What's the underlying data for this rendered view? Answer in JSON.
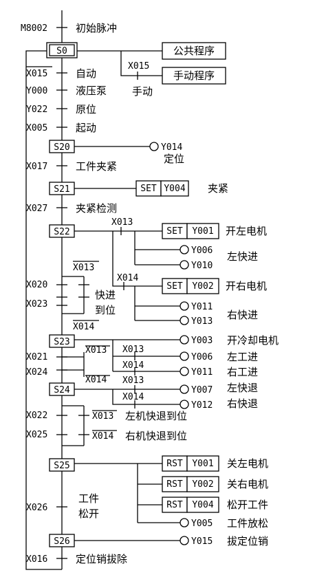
{
  "steps": [
    "S0",
    "S20",
    "S21",
    "S22",
    "S23",
    "S24",
    "S25",
    "S26"
  ],
  "transitions": {
    "m8002": {
      "code": "M8002",
      "label": "初始脉冲"
    },
    "x015bar": {
      "code": "X015",
      "label": "自动"
    },
    "y000": {
      "code": "Y000",
      "label": "液压泵"
    },
    "y022": {
      "code": "Y022",
      "label": "原位"
    },
    "x005": {
      "code": "X005",
      "label": "起动"
    },
    "x017": {
      "code": "X017",
      "label": "工件夹紧"
    },
    "x027": {
      "code": "X027",
      "label": "夹紧检测"
    },
    "x016": {
      "code": "X016",
      "label": "定位销拔除"
    }
  },
  "s0_branch": {
    "public": "公共程序",
    "x015": "X015",
    "manual_prog": "手动程序",
    "manual": "手动"
  },
  "s20": {
    "output": "Y014",
    "label": "定位"
  },
  "s21": {
    "instr": "SET",
    "operand": "Y004",
    "label": "夹紧"
  },
  "s22": {
    "x013": "X013",
    "set1": "SET",
    "y001": "Y001",
    "l1": "开左电机",
    "y006": "Y006",
    "l2": "左快进",
    "y010": "Y010",
    "x014": "X014",
    "set2": "SET",
    "y002": "Y002",
    "l3": "开右电机",
    "y011": "Y011",
    "l4": "右快进",
    "y013": "Y013"
  },
  "t22": {
    "x020": "X020",
    "x023": "X023",
    "x013bar": "X013",
    "x014bar": "X014",
    "label1": "快进",
    "label2": "到位"
  },
  "s23": {
    "y003": "Y003",
    "l1": "开冷却电机",
    "x013a": "X013",
    "x013b": "X013",
    "y006": "Y006",
    "l2": "左工进",
    "x014": "X014",
    "y011": "Y011",
    "l3": "右工进",
    "x021": "X021",
    "x024": "X024"
  },
  "s24": {
    "x014bar": "X014",
    "x013": "X013",
    "y007": "Y007",
    "l1": "左快退",
    "x014": "X014",
    "y012": "Y012",
    "l2": "右快退"
  },
  "t24": {
    "x022": "X022",
    "x025": "X025",
    "x013bar": "X013",
    "x014bar": "X014",
    "l1": "左机快退到位",
    "l2": "右机快退到位"
  },
  "s25": {
    "rst1": "RST",
    "y001": "Y001",
    "l1": "关左电机",
    "rst2": "RST",
    "y002": "Y002",
    "l2": "关右电机",
    "rst3": "RST",
    "y004": "Y004",
    "l3": "松开工件",
    "y005": "Y005",
    "l4": "工件放松"
  },
  "t25": {
    "code": "X026",
    "label1": "工件",
    "label2": "松开"
  },
  "s26": {
    "y015": "Y015",
    "label": "拔定位销"
  }
}
